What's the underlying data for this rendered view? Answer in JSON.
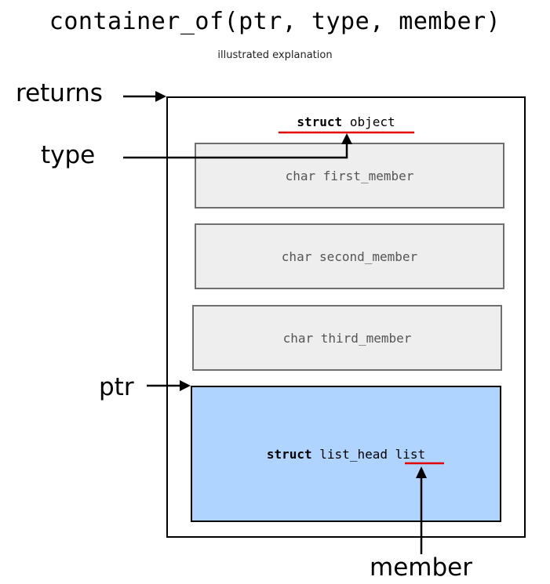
{
  "title": "container_of(ptr, type, member)",
  "subtitle": "illustrated explanation",
  "labels": {
    "returns": "returns",
    "type": "type",
    "ptr": "ptr",
    "member": "member"
  },
  "struct_object": {
    "keyword": "struct",
    "name": "object"
  },
  "members": [
    "char first_member",
    "char second_member",
    "char third_member"
  ],
  "list_member": {
    "keyword": "struct",
    "type_name": "list_head",
    "field": "list"
  },
  "colors": {
    "underline": "#e30000",
    "list_box_fill": "#afd4ff",
    "member_box_fill": "#eeeeee",
    "member_box_border": "#6f6f6f",
    "arrow": "#000000"
  }
}
